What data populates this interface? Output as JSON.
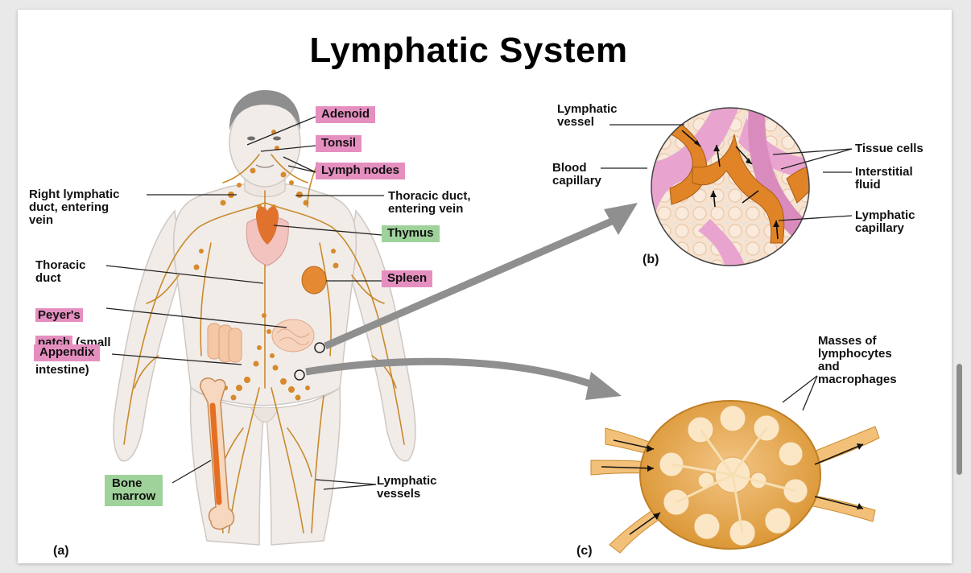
{
  "title": "Lymphatic System",
  "panel_a": {
    "tag": "(a)",
    "labels": {
      "adenoid": "Adenoid",
      "tonsil": "Tonsil",
      "lymph_nodes": "Lymph nodes",
      "right_lymphatic_duct": "Right lymphatic\nduct, entering\nvein",
      "thoracic_duct_entering": "Thoracic duct,\nentering vein",
      "thymus": "Thymus",
      "thoracic_duct": "Thoracic\nduct",
      "spleen": "Spleen",
      "peyers_1": "Peyer's",
      "peyers_2": "patch",
      "peyers_3": " (small",
      "peyers_4": "intestine)",
      "appendix": "Appendix",
      "bone_marrow": "Bone\nmarrow",
      "lymphatic_vessels": "Lymphatic\nvessels"
    }
  },
  "panel_b": {
    "tag": "(b)",
    "labels": {
      "lymphatic_vessel": "Lymphatic\nvessel",
      "blood_capillary": "Blood\ncapillary",
      "tissue_cells": "Tissue cells",
      "interstitial_fluid": "Interstitial\nfluid",
      "lymphatic_capillary": "Lymphatic\ncapillary"
    }
  },
  "panel_c": {
    "tag": "(c)",
    "labels": {
      "masses": "Masses of\nlymphocytes\nand\nmacrophages"
    }
  },
  "colors": {
    "lymph_orange": "#e0902c",
    "vessel_gold": "#c98a2c",
    "pink_label": "#e58fc0",
    "green_label": "#9fd29a",
    "skin": "#f1ece8",
    "arrow_gray": "#8f8f8f"
  }
}
